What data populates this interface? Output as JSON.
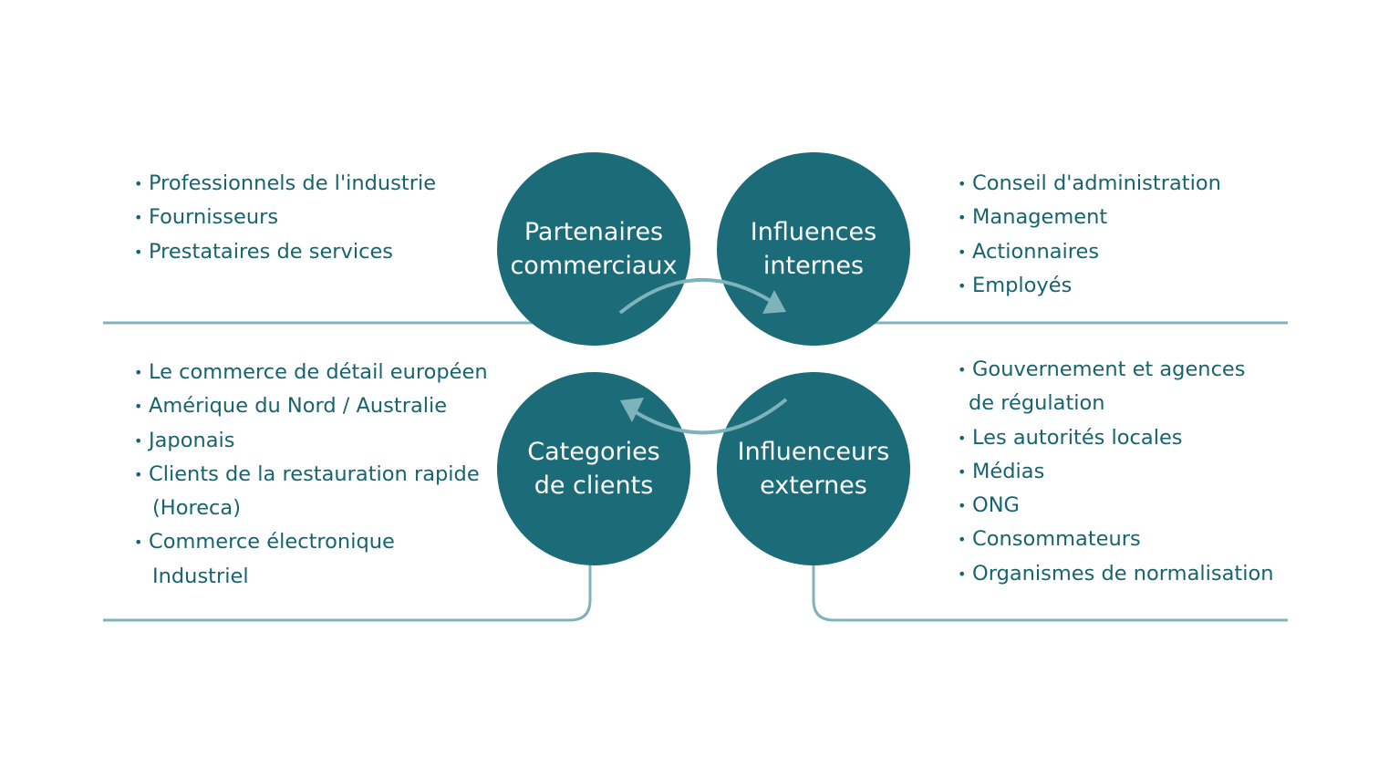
{
  "circles": {
    "top_left": [
      "Partenaires",
      "commerciaux"
    ],
    "top_right": [
      "Influences",
      "internes"
    ],
    "bottom_left": [
      "Categories",
      "de clients"
    ],
    "bottom_right": [
      "Influenceurs",
      "externes"
    ]
  },
  "lists": {
    "top_left": [
      "Professionnels de l'industrie",
      "Fournisseurs",
      "Prestataires de services"
    ],
    "top_right": [
      "Conseil d'administration",
      "Management",
      "Actionnaires",
      "Employés"
    ],
    "bottom_left": [
      "Le commerce de détail européen",
      "Amérique du Nord / Australie",
      "Japonais",
      "Clients de la restauration rapide",
      "(Horeca)",
      "Commerce électronique",
      "Industriel"
    ],
    "bottom_right": [
      "Gouvernement et agences",
      "de régulation",
      "Les autorités locales",
      "Médias",
      "ONG",
      "Consommateurs",
      "Organismes de normalisation"
    ]
  },
  "colors": {
    "circle": "#1c6b78",
    "line": "#7fb3bb",
    "text": "#17646f"
  }
}
